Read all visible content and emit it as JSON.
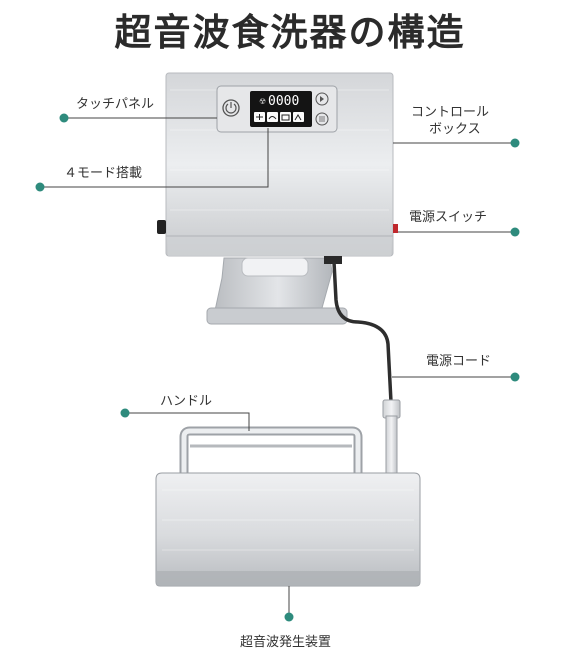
{
  "title": "超音波食洗器の構造",
  "device": {
    "display_digits": "0000"
  },
  "labels": {
    "touch_panel": "タッチパネル",
    "mode4": "４モード搭載",
    "control_box_line1": "コントロール",
    "control_box_line2": "ボックス",
    "power_switch": "電源スイッチ",
    "power_cord": "電源コード",
    "handle": "ハンドル",
    "generator": "超音波発生装置"
  },
  "colors": {
    "dot": "#2e8b7d",
    "leader": "#444444",
    "steel_light": "#e9eaec",
    "steel_dark": "#a9adb2",
    "panel_black": "#141414",
    "switch_red": "#c0282d"
  }
}
